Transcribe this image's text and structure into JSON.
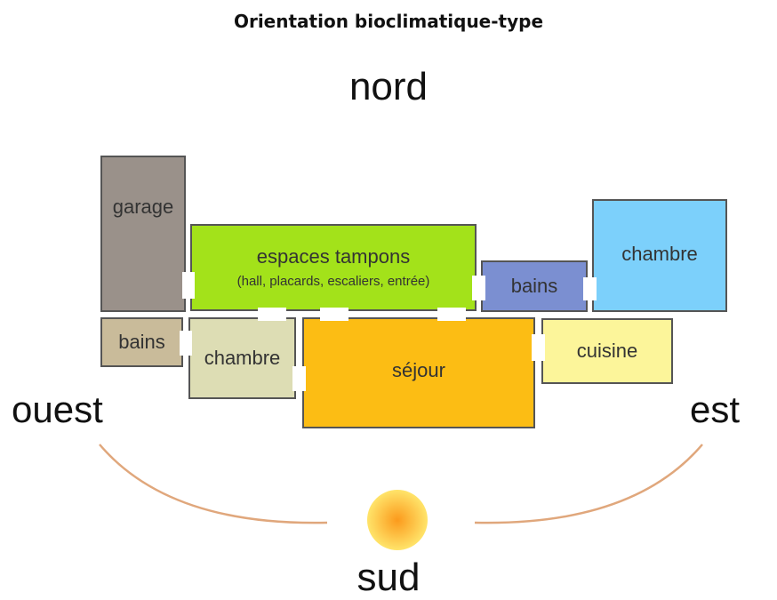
{
  "title": "Orientation bioclimatique-type",
  "compass": {
    "north": "nord",
    "west": "ouest",
    "east": "est",
    "south": "sud"
  },
  "rooms": {
    "garage": {
      "label": "garage",
      "color": "#9a918a"
    },
    "buffer": {
      "label": "espaces tampons",
      "sublabel": "(hall, placards, escaliers, entrée)",
      "color": "#a3e21a"
    },
    "bath_east": {
      "label": "bains",
      "color": "#7b8fd1"
    },
    "bedroom_east": {
      "label": "chambre",
      "color": "#7cd0fb"
    },
    "bath_west": {
      "label": "bains",
      "color": "#c9bb9a"
    },
    "bedroom_west": {
      "label": "chambre",
      "color": "#ddddb4"
    },
    "living": {
      "label": "séjour",
      "color": "#fcbd14"
    },
    "kitchen": {
      "label": "cuisine",
      "color": "#fcf59a"
    }
  },
  "colors": {
    "sun_center": "#fb9a1c",
    "sun_edge": "#ffe46a",
    "arc": "#e0a77c"
  }
}
